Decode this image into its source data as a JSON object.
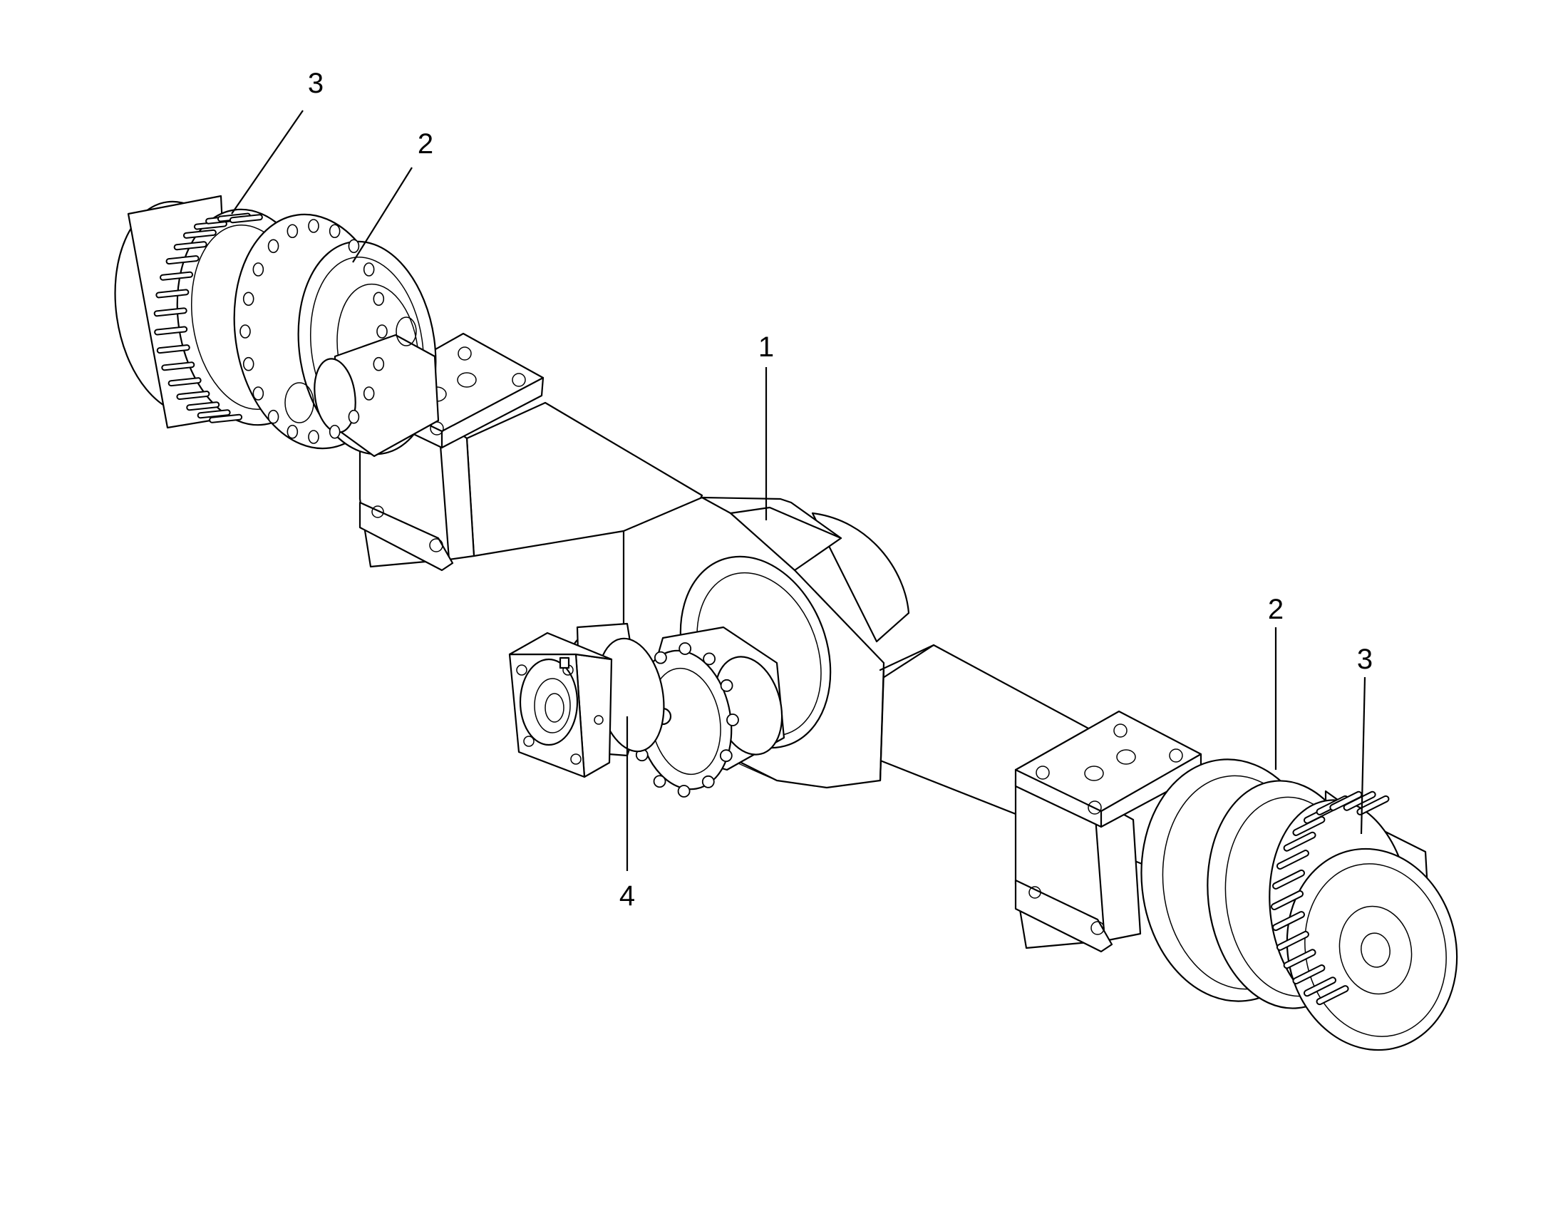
{
  "callouts": {
    "c1": "1",
    "c2_left": "2",
    "c3_left": "3",
    "c2_right": "2",
    "c3_right": "3",
    "c4": "4"
  },
  "colors": {
    "line": "#000000",
    "background": "#ffffff"
  }
}
